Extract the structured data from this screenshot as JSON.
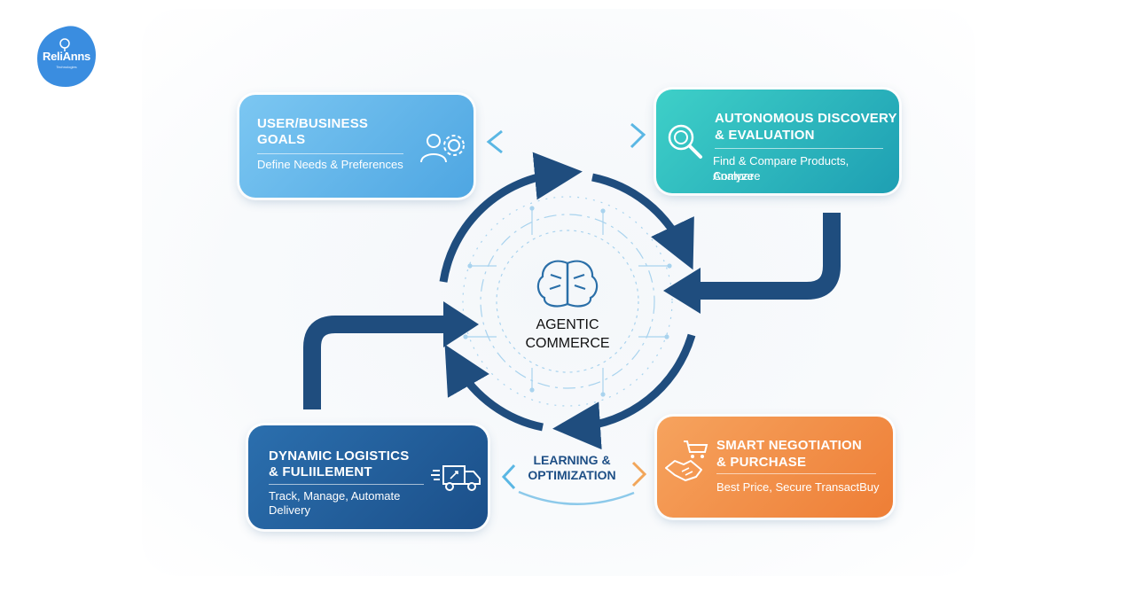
{
  "logo": {
    "text": "ReliAnns",
    "subtitle": "Technologies",
    "color": "#3a8de0"
  },
  "center": {
    "line1": "AGENTIC",
    "line2": "COMMERCE",
    "icon": "brain-icon"
  },
  "cards": {
    "goals": {
      "title_line1": "USER/BUSINESS",
      "title_line2": "GOALS",
      "description": "Define Needs & Preferences",
      "icon": "user-gear-icon",
      "color": "#5eb3e8"
    },
    "discovery": {
      "title_line1": "AUTONOMOUS DISCOVERY",
      "title_line2": "& EVALUATION",
      "desc_line1": "Find & Compare Products, Compare",
      "desc_line2": "Analyze",
      "icon": "magnifier-icon",
      "color": "#2bb5bd"
    },
    "logistics": {
      "title_line1": "DYNAMIC LOGISTICS",
      "title_line2": "& FULIILEMENT",
      "desc_line1": "Track, Manage, Automate",
      "desc_line2": "Delivery",
      "icon": "delivery-truck-icon",
      "color": "#23609e"
    },
    "negotiation": {
      "title_line1": "SMART NEGOTIATION",
      "title_line2": "& PURCHASE",
      "description": "Best Price, Secure TransactBuy",
      "icon": "handshake-cart-icon",
      "color": "#f08b42"
    }
  },
  "learning": {
    "line1": "LEARNING &",
    "line2": "OPTIMIZATION"
  },
  "colors": {
    "arrow": "#1f4d7e",
    "chevron": "#5ab7e4",
    "orange_chevron": "#f2a65a",
    "circuit": "#a9d3ee"
  }
}
